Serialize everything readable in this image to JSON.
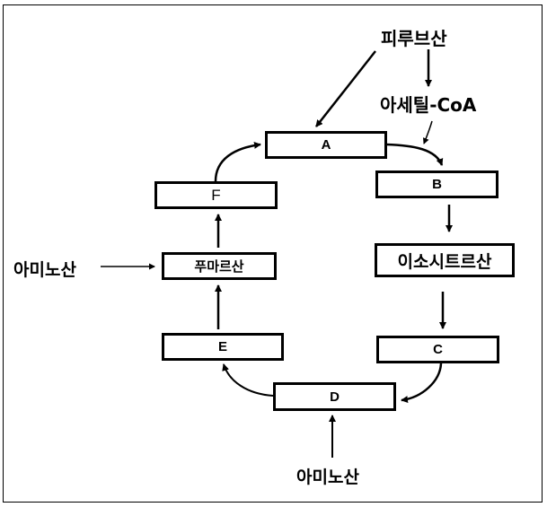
{
  "diagram": {
    "nodes": {
      "A": "A",
      "B": "B",
      "isocitrate": "이소시트르산",
      "C": "C",
      "D": "D",
      "E": "E",
      "fumarate": "푸마르산",
      "F": "F"
    },
    "inputs": {
      "pyruvate": "피루브산",
      "acetyl_coa": "아세틸-CoA",
      "amino_acid_left": "아미노산",
      "amino_acid_bottom": "아미노산"
    },
    "edges": [
      {
        "from": "피루브산",
        "to": "A"
      },
      {
        "from": "피루브산",
        "to": "아세틸-CoA"
      },
      {
        "from": "아세틸-CoA",
        "to": "A→B"
      },
      {
        "from": "A",
        "to": "B"
      },
      {
        "from": "B",
        "to": "이소시트르산"
      },
      {
        "from": "이소시트르산",
        "to": "C"
      },
      {
        "from": "C",
        "to": "D"
      },
      {
        "from": "D",
        "to": "E"
      },
      {
        "from": "E",
        "to": "푸마르산"
      },
      {
        "from": "푸마르산",
        "to": "F"
      },
      {
        "from": "F",
        "to": "A"
      },
      {
        "from": "아미노산",
        "to": "푸마르산"
      },
      {
        "from": "아미노산",
        "to": "D"
      }
    ],
    "colors": {
      "stroke": "#000000",
      "background": "#ffffff"
    }
  }
}
